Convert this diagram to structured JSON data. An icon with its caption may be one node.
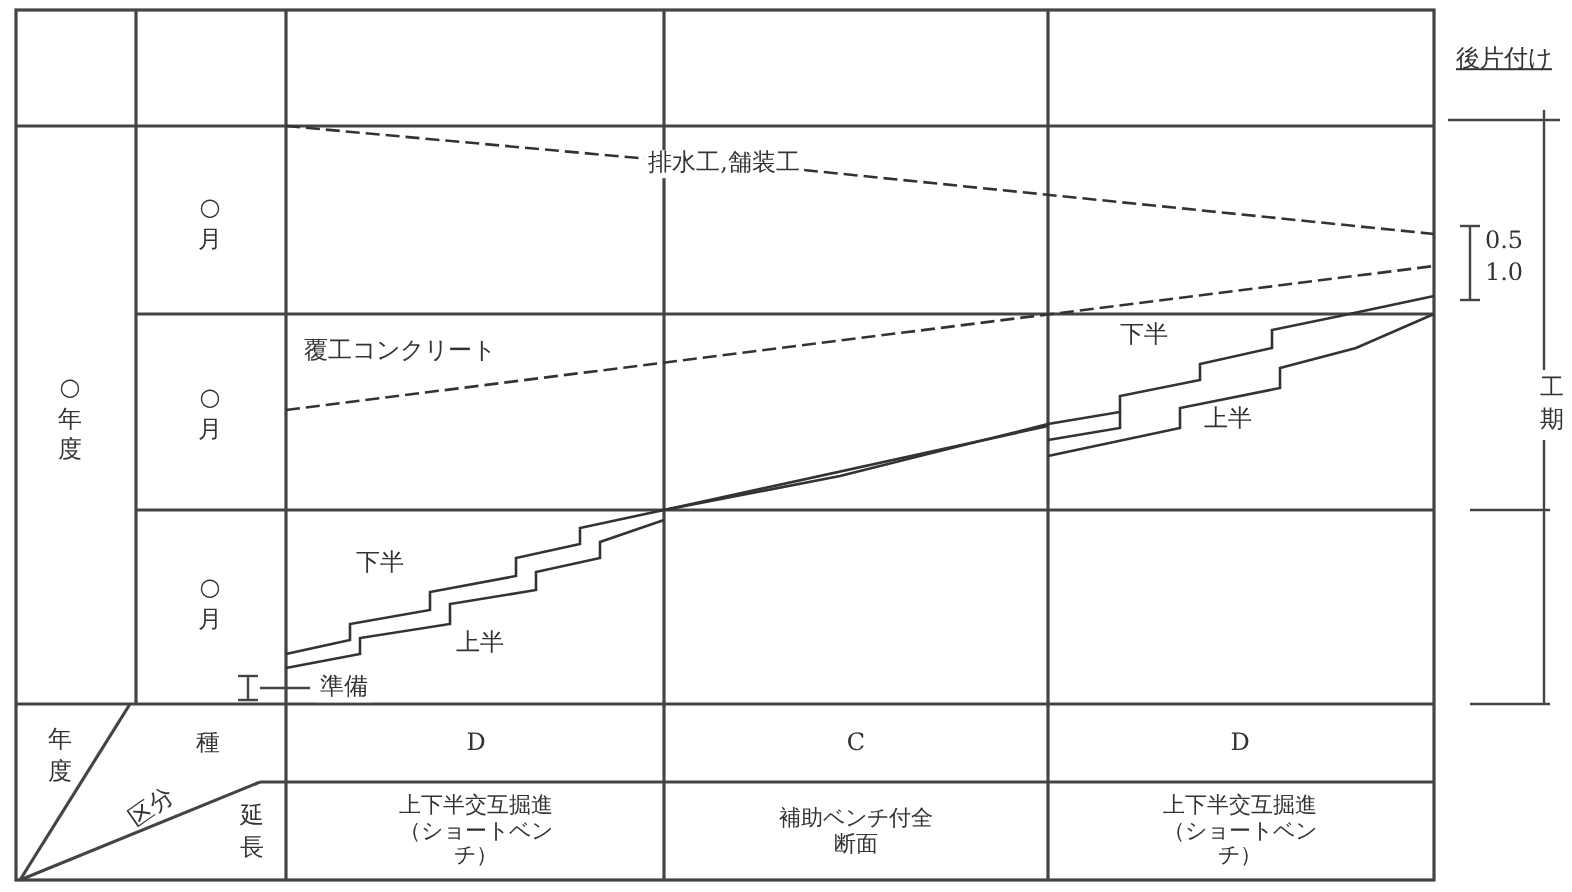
{
  "diagram": {
    "labels": [
      "後片付け",
      "排水工,舗装工",
      "0.5",
      "1.0",
      "○月",
      "覆工コンクリート",
      "○年度",
      "○月",
      "下半",
      "上半",
      "工期",
      "下半",
      "○月",
      "上半",
      "準備",
      "年度",
      "種",
      "D",
      "C",
      "D",
      "区分",
      "延長",
      "上下半交互掘進（ショートベンチ）",
      "補助ベンチ付全断面",
      "上下半交互掘進（ショートベンチ）"
    ]
  }
}
